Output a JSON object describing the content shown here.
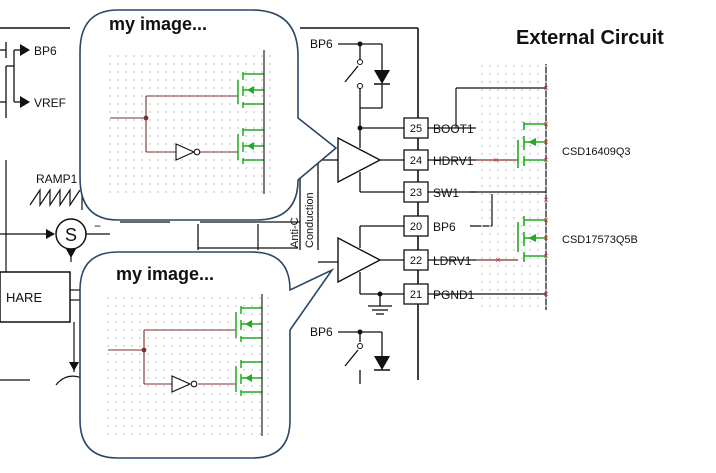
{
  "title": "External Circuit",
  "callouts": [
    {
      "text": "my image..."
    },
    {
      "text": "my image..."
    }
  ],
  "signals": {
    "bp6_out": "BP6",
    "vref_out": "VREF",
    "ramp": "RAMP1",
    "summer": "S",
    "summer_minus": "−",
    "compare": "HARE",
    "anti_cross": "Anti-C\nConduction",
    "bp6_top": "BP6",
    "bp6_bottom": "BP6"
  },
  "pins": [
    {
      "number": "25",
      "name": "BOOT1"
    },
    {
      "number": "24",
      "name": "HDRV1"
    },
    {
      "number": "23",
      "name": "SW1"
    },
    {
      "number": "20",
      "name": "BP6"
    },
    {
      "number": "22",
      "name": "LDRV1"
    },
    {
      "number": "21",
      "name": "PGND1"
    }
  ],
  "parts": {
    "high_side": "CSD16409Q3",
    "low_side": "CSD17573Q5B"
  },
  "colors": {
    "wire": "#111111",
    "fet": "#22aa22",
    "wire_dim": "#7a3030",
    "marker": "#e03030",
    "bubble_border": "#2b4766",
    "grid_dot": "#c8c8c8"
  }
}
